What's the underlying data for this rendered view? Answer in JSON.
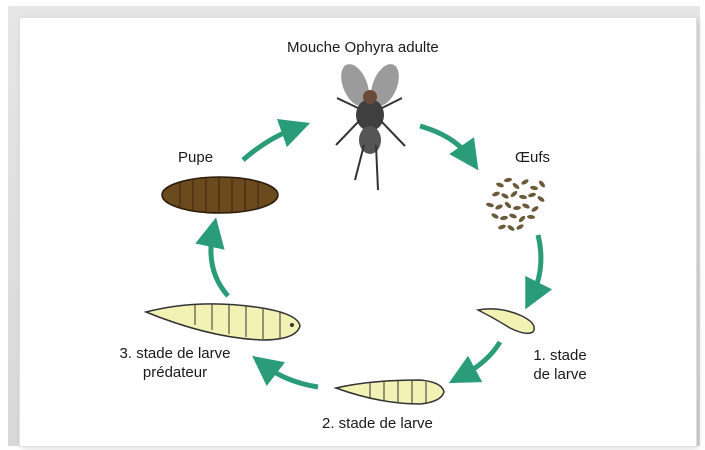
{
  "labels": {
    "adult": "Mouche Ophyra adulte",
    "eggs": "Œufs",
    "larva1_line1": "1. stade",
    "larva1_line2": "de larve",
    "larva2": "2. stade de larve",
    "larva3_line1": "3. stade de larve",
    "larva3_line2": "prédateur",
    "pupa": "Pupe"
  },
  "colors": {
    "arrow": "#2a9d78",
    "pupa": "#6b4a1e",
    "larva": "#f3f2b5",
    "fly": "#4a4a4a"
  },
  "icons": [
    "fly-image",
    "eggs-cluster",
    "larva-small",
    "larva-medium",
    "larva-large",
    "pupa-shape",
    "cycle-arrow"
  ]
}
